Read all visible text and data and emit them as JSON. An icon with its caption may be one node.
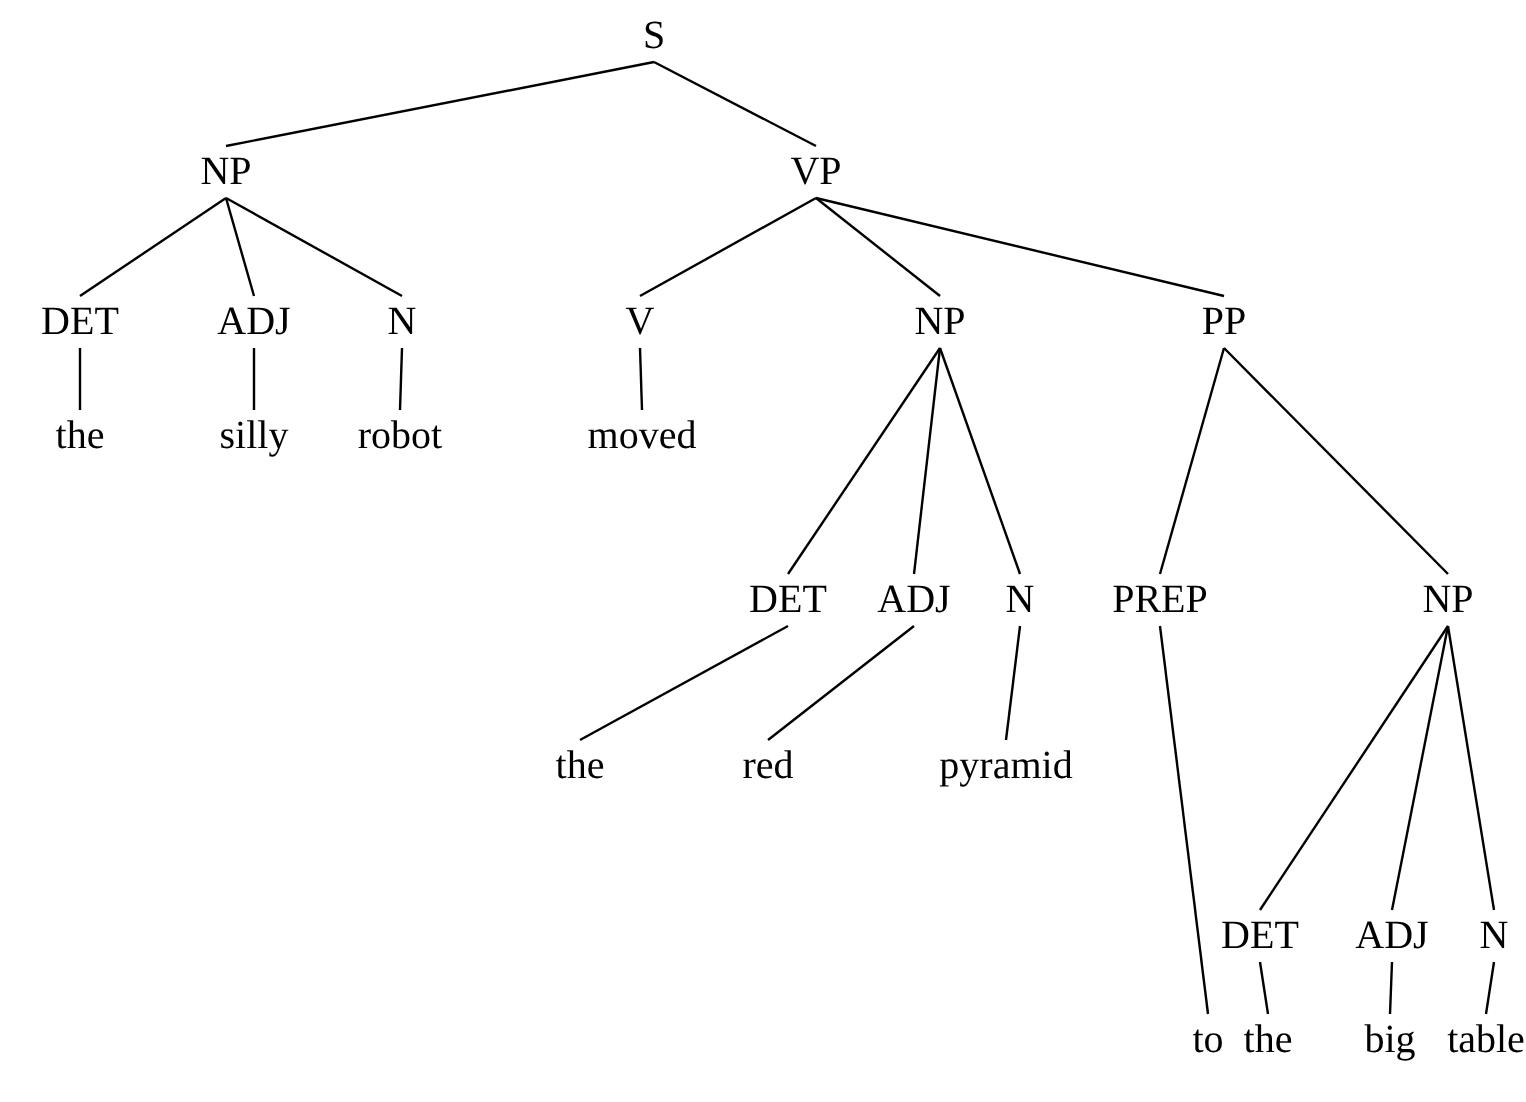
{
  "diagram": {
    "nodes": [
      {
        "text": [
          "S"
        ]
      },
      {
        "text": [
          "NP"
        ]
      },
      {
        "text": [
          "VP"
        ]
      },
      {
        "text": [
          "DET"
        ]
      },
      {
        "text": [
          "ADJ"
        ]
      },
      {
        "text": [
          "N"
        ]
      },
      {
        "text": [
          "V"
        ]
      },
      {
        "text": [
          "NP"
        ]
      },
      {
        "text": [
          "PP"
        ]
      },
      {
        "text": [
          "the"
        ]
      },
      {
        "text": [
          "silly"
        ]
      },
      {
        "text": [
          "robot"
        ]
      },
      {
        "text": [
          "moved"
        ]
      },
      {
        "text": [
          "DET"
        ]
      },
      {
        "text": [
          "ADJ"
        ]
      },
      {
        "text": [
          "N"
        ]
      },
      {
        "text": [
          "PREP"
        ]
      },
      {
        "text": [
          "NP"
        ]
      },
      {
        "text": [
          "the"
        ]
      },
      {
        "text": [
          "red"
        ]
      },
      {
        "text": [
          "pyramid"
        ]
      },
      {
        "text": [
          "DET"
        ]
      },
      {
        "text": [
          "ADJ"
        ]
      },
      {
        "text": [
          "N"
        ]
      },
      {
        "text": [
          "to"
        ]
      },
      {
        "text": [
          "the"
        ]
      },
      {
        "text": [
          "big"
        ]
      },
      {
        "text": [
          "table"
        ]
      }
    ],
    "edges": [
      {
        "from": 0,
        "to": 1,
        "arrow": "none"
      },
      {
        "from": 0,
        "to": 2,
        "arrow": "none"
      },
      {
        "from": 1,
        "to": 3,
        "arrow": "none"
      },
      {
        "from": 1,
        "to": 4,
        "arrow": "none"
      },
      {
        "from": 1,
        "to": 5,
        "arrow": "none"
      },
      {
        "from": 2,
        "to": 6,
        "arrow": "none"
      },
      {
        "from": 2,
        "to": 7,
        "arrow": "none"
      },
      {
        "from": 2,
        "to": 8,
        "arrow": "none"
      },
      {
        "from": 3,
        "to": 9,
        "arrow": "none"
      },
      {
        "from": 4,
        "to": 10,
        "arrow": "none"
      },
      {
        "from": 5,
        "to": 11,
        "arrow": "none"
      },
      {
        "from": 6,
        "to": 12,
        "arrow": "none"
      },
      {
        "from": 7,
        "to": 13,
        "arrow": "none"
      },
      {
        "from": 7,
        "to": 14,
        "arrow": "none"
      },
      {
        "from": 7,
        "to": 15,
        "arrow": "none"
      },
      {
        "from": 8,
        "to": 16,
        "arrow": "none"
      },
      {
        "from": 8,
        "to": 17,
        "arrow": "none"
      },
      {
        "from": 13,
        "to": 18,
        "arrow": "none"
      },
      {
        "from": 14,
        "to": 19,
        "arrow": "none"
      },
      {
        "from": 15,
        "to": 20,
        "arrow": "none"
      },
      {
        "from": 16,
        "to": 24,
        "arrow": "none"
      },
      {
        "from": 17,
        "to": 21,
        "arrow": "none"
      },
      {
        "from": 17,
        "to": 22,
        "arrow": "none"
      },
      {
        "from": 17,
        "to": 23,
        "arrow": "none"
      },
      {
        "from": 21,
        "to": 25,
        "arrow": "none"
      },
      {
        "from": 22,
        "to": 26,
        "arrow": "none"
      },
      {
        "from": 23,
        "to": 27,
        "arrow": "none"
      }
    ]
  }
}
